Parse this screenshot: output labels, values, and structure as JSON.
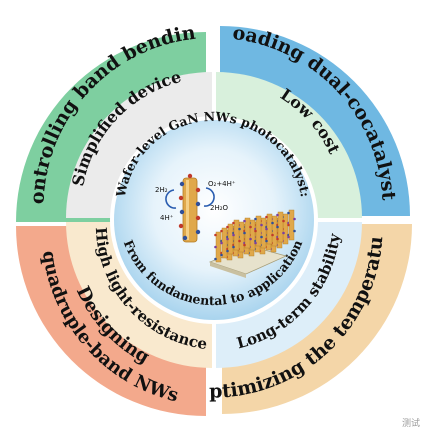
{
  "outer_ring": {
    "top_left": "Controlling band bending",
    "top_right": "Loading dual-cocatalysts",
    "bottom_right": "Optimizing the temperature",
    "bottom_left_line1": "Designing",
    "bottom_left_line2": "quadruple-band NWs"
  },
  "middle_ring": {
    "top_left": "Simplified device",
    "top_right": "Low cost",
    "bottom_right": "Long-term stability",
    "bottom_left": "High light-resistance"
  },
  "core": {
    "arc_top": "Wafer-level GaN NWs photocatalyst:",
    "arc_bottom": "From fundamental to application"
  },
  "reaction": {
    "h2": "2H₂",
    "h_plus": "4H⁺",
    "o2": "O₂+4H⁺",
    "h2o": "2H₂O"
  },
  "watermark": "测试",
  "colors": {
    "outer_top_left": "#7ecfa0",
    "outer_top_right": "#6fb8e2",
    "outer_bottom_right": "#f4d6a8",
    "outer_bottom_left": "#f3a98c",
    "middle_top_left": "#ebebeb",
    "middle_top_right": "#d8f0dc",
    "middle_bottom_right": "#ddeef9",
    "middle_bottom_left": "#f9e9ce",
    "core": "#bfe1f3"
  }
}
